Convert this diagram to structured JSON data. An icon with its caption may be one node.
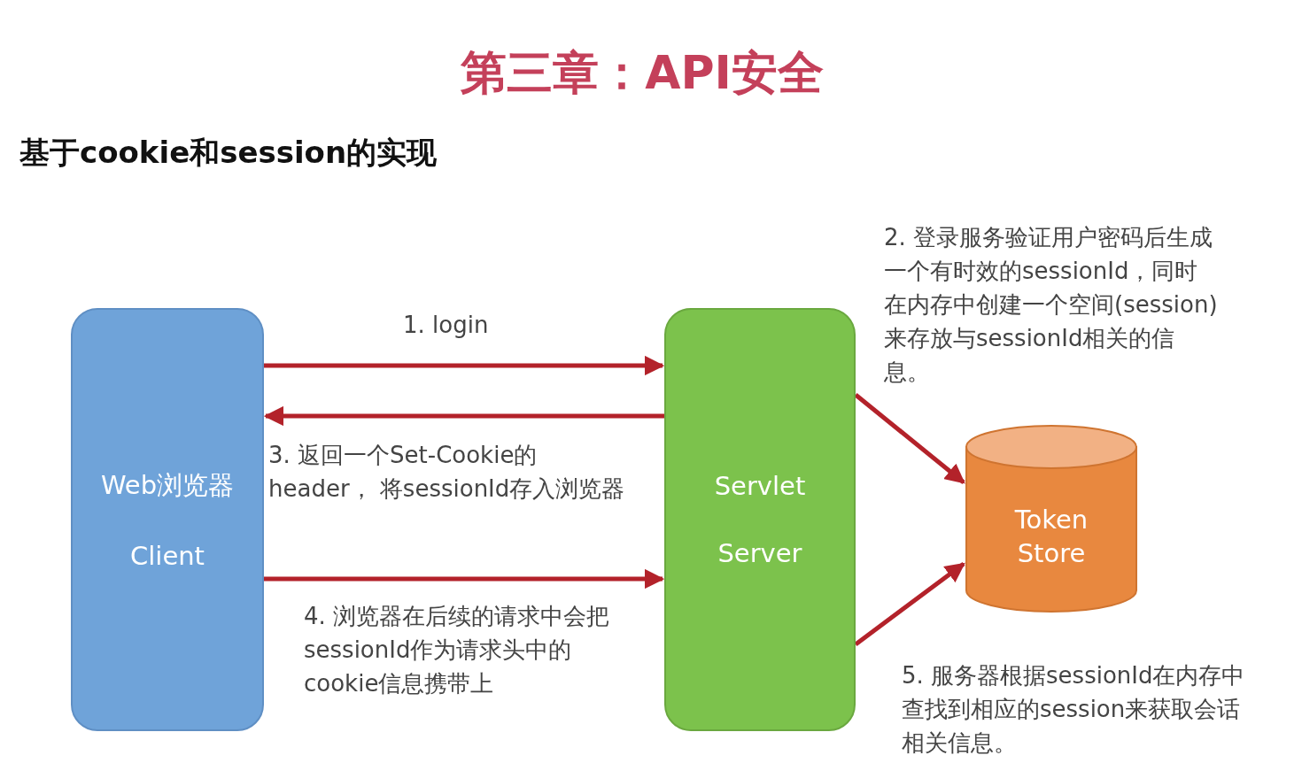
{
  "diagram": {
    "title": "第三章：API安全",
    "nodes": [
      {
        "text": [
          "Web浏览器",
          "Client"
        ]
      },
      {
        "text": [
          "Servlet",
          "Server"
        ]
      },
      {
        "text": [
          "Token Store"
        ]
      }
    ],
    "edges": [
      {
        "from": 0,
        "to": 1,
        "arrow": "to",
        "label": "1. login"
      },
      {
        "from": 1,
        "to": 0,
        "arrow": "to",
        "label": "3. 返回一个Set-Cookie的header， 将sessionId存入浏览器"
      },
      {
        "from": 1,
        "to": 2,
        "arrow": "to",
        "label": "2. 登录服务验证用户密码后生成一个有时效的sessionId，同时在内存中创建一个空间(session)来存放与sessionId相关的信息。"
      },
      {
        "from": 0,
        "to": 1,
        "arrow": "to",
        "label": "4. 浏览器在后续的请求中会把sessionId作为请求头中的cookie信息携带上"
      },
      {
        "from": 1,
        "to": 2,
        "arrow": "to",
        "label": "5. 服务器根据sessionId在内存中查找到相应的session来获取会话相关信息。"
      }
    ],
    "labels": [
      "基于cookie和session的实现"
    ]
  }
}
